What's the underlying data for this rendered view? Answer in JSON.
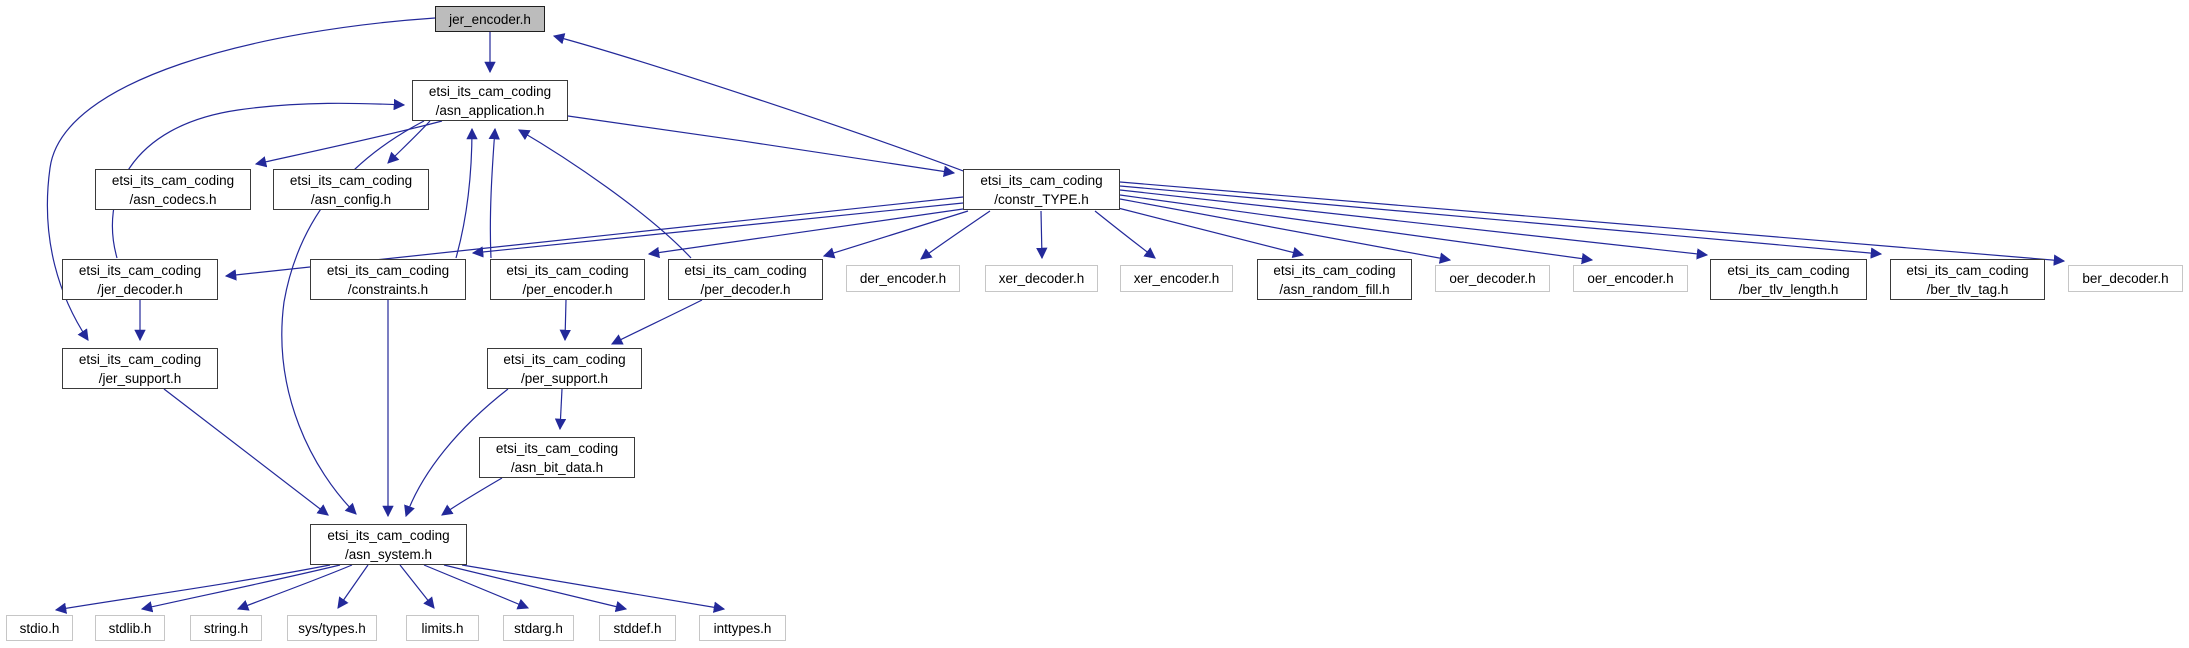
{
  "diagram": {
    "kind": "include-dependency-graph",
    "root_file": "jer_encoder.h",
    "colors": {
      "edge": "#23299a",
      "root_fill": "#bcbcbc",
      "project_border": "#3a3a3a",
      "external_border": "#c6c6c6",
      "background": "#ffffff"
    },
    "nodes": {
      "jer_encoder": {
        "line1": "jer_encoder.h"
      },
      "asn_application": {
        "line1": "etsi_its_cam_coding",
        "line2": "/asn_application.h"
      },
      "asn_codecs": {
        "line1": "etsi_its_cam_coding",
        "line2": "/asn_codecs.h"
      },
      "asn_config": {
        "line1": "etsi_its_cam_coding",
        "line2": "/asn_config.h"
      },
      "constr_TYPE": {
        "line1": "etsi_its_cam_coding",
        "line2": "/constr_TYPE.h"
      },
      "jer_decoder": {
        "line1": "etsi_its_cam_coding",
        "line2": "/jer_decoder.h"
      },
      "constraints": {
        "line1": "etsi_its_cam_coding",
        "line2": "/constraints.h"
      },
      "per_encoder": {
        "line1": "etsi_its_cam_coding",
        "line2": "/per_encoder.h"
      },
      "per_decoder": {
        "line1": "etsi_its_cam_coding",
        "line2": "/per_decoder.h"
      },
      "der_encoder": {
        "line1": "der_encoder.h"
      },
      "xer_decoder": {
        "line1": "xer_decoder.h"
      },
      "xer_encoder": {
        "line1": "xer_encoder.h"
      },
      "asn_random_fill": {
        "line1": "etsi_its_cam_coding",
        "line2": "/asn_random_fill.h"
      },
      "oer_decoder": {
        "line1": "oer_decoder.h"
      },
      "oer_encoder": {
        "line1": "oer_encoder.h"
      },
      "ber_tlv_length": {
        "line1": "etsi_its_cam_coding",
        "line2": "/ber_tlv_length.h"
      },
      "ber_tlv_tag": {
        "line1": "etsi_its_cam_coding",
        "line2": "/ber_tlv_tag.h"
      },
      "ber_decoder": {
        "line1": "ber_decoder.h"
      },
      "jer_support": {
        "line1": "etsi_its_cam_coding",
        "line2": "/jer_support.h"
      },
      "per_support": {
        "line1": "etsi_its_cam_coding",
        "line2": "/per_support.h"
      },
      "asn_bit_data": {
        "line1": "etsi_its_cam_coding",
        "line2": "/asn_bit_data.h"
      },
      "asn_system": {
        "line1": "etsi_its_cam_coding",
        "line2": "/asn_system.h"
      },
      "stdio": {
        "line1": "stdio.h"
      },
      "stdlib": {
        "line1": "stdlib.h"
      },
      "string": {
        "line1": "string.h"
      },
      "sys_types": {
        "line1": "sys/types.h"
      },
      "limits": {
        "line1": "limits.h"
      },
      "stdarg": {
        "line1": "stdarg.h"
      },
      "stddef": {
        "line1": "stddef.h"
      },
      "inttypes": {
        "line1": "inttypes.h"
      }
    },
    "edges": [
      "jer_encoder->asn_application",
      "constr_TYPE->jer_encoder",
      "jer_encoder->jer_support",
      "asn_application->asn_codecs",
      "asn_application->asn_config",
      "asn_application->constr_TYPE",
      "asn_application->asn_system",
      "jer_decoder->asn_application",
      "jer_decoder->jer_support",
      "jer_support->asn_system",
      "constr_TYPE->jer_decoder",
      "constr_TYPE->constraints",
      "constr_TYPE->per_encoder",
      "constr_TYPE->per_decoder",
      "constr_TYPE->der_encoder",
      "constr_TYPE->xer_decoder",
      "constr_TYPE->xer_encoder",
      "constr_TYPE->asn_random_fill",
      "constr_TYPE->oer_decoder",
      "constr_TYPE->oer_encoder",
      "constr_TYPE->ber_tlv_length",
      "constr_TYPE->ber_tlv_tag",
      "constr_TYPE->ber_decoder",
      "constraints->asn_application",
      "per_encoder->asn_application",
      "per_decoder->asn_application",
      "constraints->asn_system",
      "per_encoder->per_support",
      "per_decoder->per_support",
      "per_support->asn_bit_data",
      "per_support->asn_system",
      "asn_bit_data->asn_system",
      "asn_system->stdio",
      "asn_system->stdlib",
      "asn_system->string",
      "asn_system->sys_types",
      "asn_system->limits",
      "asn_system->stdarg",
      "asn_system->stddef",
      "asn_system->inttypes"
    ]
  }
}
